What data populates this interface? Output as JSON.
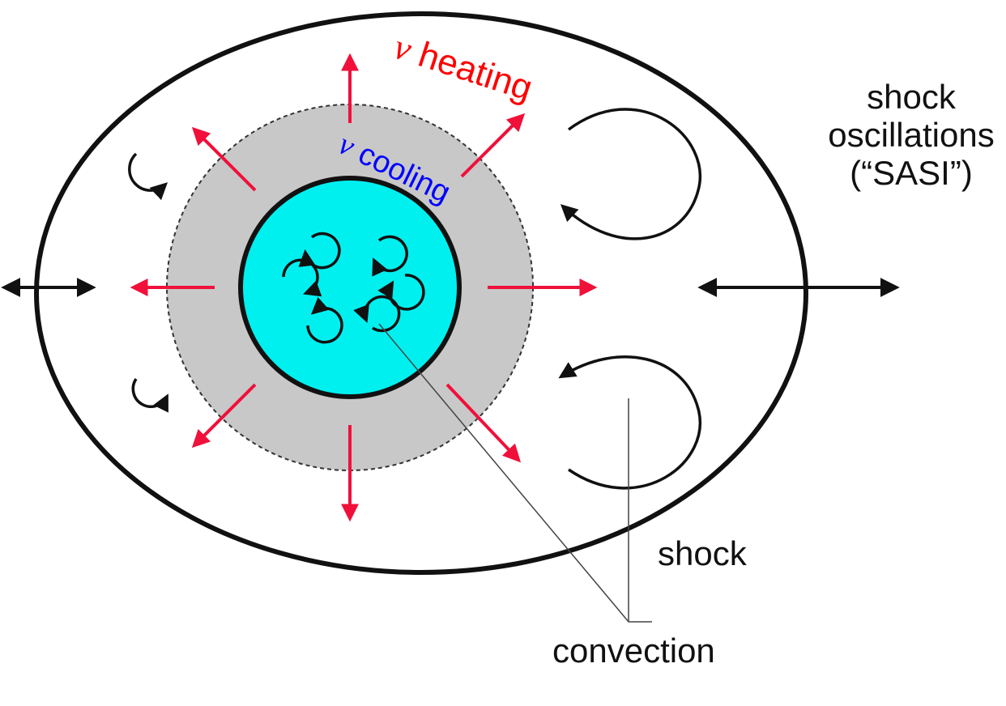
{
  "labels": {
    "nu": "ν",
    "heating": "heating",
    "cooling": "cooling",
    "shock_oscillations": "shock oscillations (“SASI”)",
    "shock": "shock",
    "convection": "convection"
  },
  "colors": {
    "heating_arrow": "#f0103a",
    "heating_text": "#ff0000",
    "cooling_text": "#0000ff",
    "core_fill": "#00f0f0",
    "gain_region_fill": "#c8c8c8",
    "outline": "#111111"
  }
}
